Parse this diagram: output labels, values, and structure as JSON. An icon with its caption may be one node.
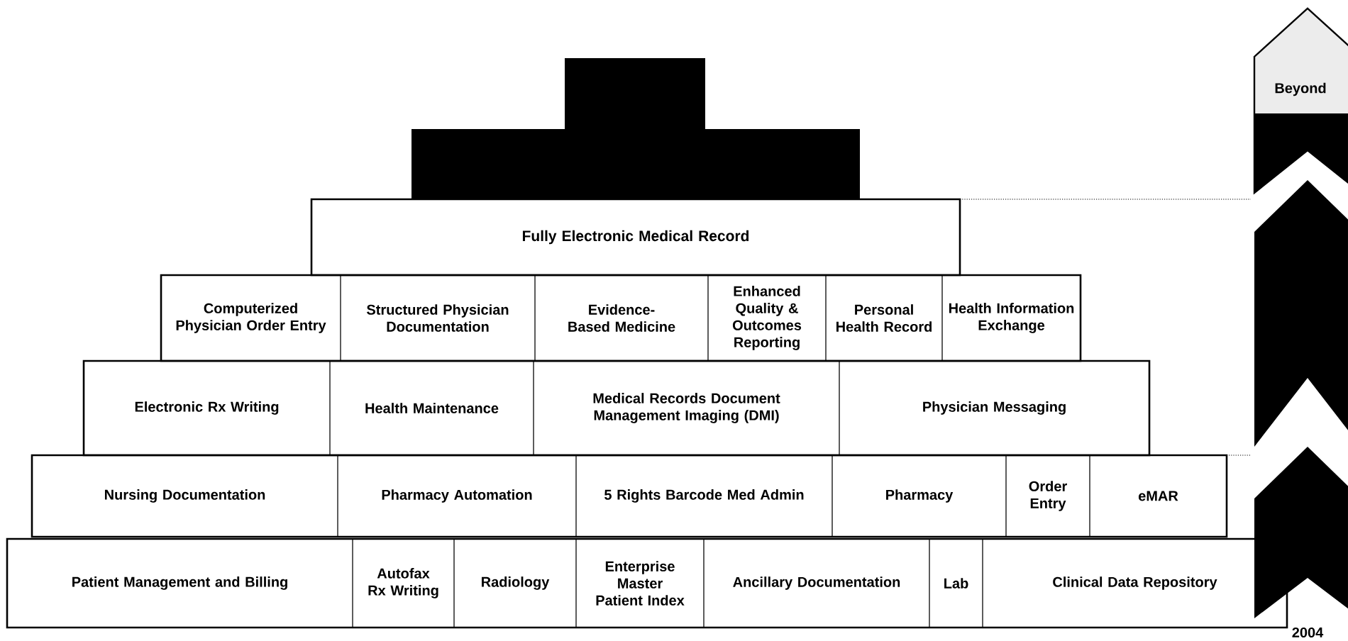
{
  "diagram": {
    "nodes": [
      {
        "text": [],
        "shape": "box"
      },
      {
        "text": [],
        "shape": "box"
      },
      {
        "text": [
          "Fully Electronic Medical Record"
        ]
      },
      {
        "text": [
          "Computerized Physician Order Entry"
        ]
      },
      {
        "text": [
          "Structured Physician Documentation"
        ]
      },
      {
        "text": [
          "Evidence-Based Medicine"
        ]
      },
      {
        "text": [
          "Enhanced Quality & Outcomes Reporting"
        ]
      },
      {
        "text": [
          "Personal Health Record"
        ]
      },
      {
        "text": [
          "Health Information Exchange"
        ]
      },
      {
        "text": [
          "Electronic Rx Writing"
        ]
      },
      {
        "text": [
          "Health Maintenance"
        ]
      },
      {
        "text": [
          "Medical Records Document Management Imaging (DMI)"
        ]
      },
      {
        "text": [
          "Physician Messaging"
        ]
      },
      {
        "text": [
          "Nursing Documentation"
        ]
      },
      {
        "text": [
          "Pharmacy Automation"
        ]
      },
      {
        "text": [
          "5 Rights Barcode Med Admin"
        ]
      },
      {
        "text": [
          "Pharmacy"
        ]
      },
      {
        "text": [
          "Order Entry"
        ]
      },
      {
        "text": [
          "eMAR"
        ]
      },
      {
        "text": [
          "Patient Management and Billing"
        ]
      },
      {
        "text": [
          "Autofax Rx Writing"
        ]
      },
      {
        "text": [
          "Radiology"
        ]
      },
      {
        "text": [
          "Enterprise Master Patient Index"
        ]
      },
      {
        "text": [
          "Ancillary Documentation"
        ]
      },
      {
        "text": [
          "Lab"
        ]
      },
      {
        "text": [
          "Clinical Data Repository"
        ]
      }
    ],
    "labels": [
      "Beyond",
      "2004"
    ]
  }
}
